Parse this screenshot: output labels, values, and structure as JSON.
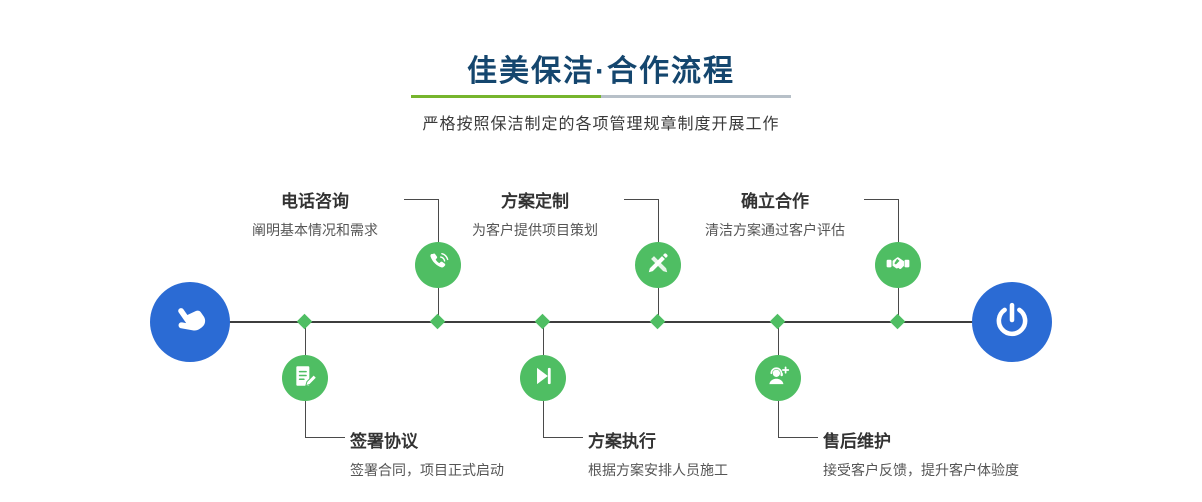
{
  "header": {
    "title": "佳美保洁·合作流程",
    "subtitle": "严格按照保洁制定的各项管理规章制度开展工作"
  },
  "colors": {
    "accent_green": "#4fbe63",
    "accent_blue": "#2b6bd4",
    "divider_green": "#76b52d",
    "divider_gray": "#b7c0c8",
    "title_text": "#14466e",
    "line": "#4a4a4a"
  },
  "endpoints": {
    "start_icon": "hand-pointer-icon",
    "end_icon": "power-icon"
  },
  "steps_top": [
    {
      "label": "电话咨询",
      "desc": "阐明基本情况和需求",
      "icon": "phone-icon"
    },
    {
      "label": "方案定制",
      "desc": "为客户提供项目策划",
      "icon": "pen-icon"
    },
    {
      "label": "确立合作",
      "desc": "清洁方案通过客户评估",
      "icon": "handshake-icon"
    }
  ],
  "steps_bottom": [
    {
      "label": "签署协议",
      "desc": "签署合同，项目正式启动",
      "icon": "contract-icon"
    },
    {
      "label": "方案执行",
      "desc": "根据方案安排人员施工",
      "icon": "play-next-icon"
    },
    {
      "label": "售后维护",
      "desc": "接受客户反馈，提升客户体验度",
      "icon": "headset-icon"
    }
  ]
}
